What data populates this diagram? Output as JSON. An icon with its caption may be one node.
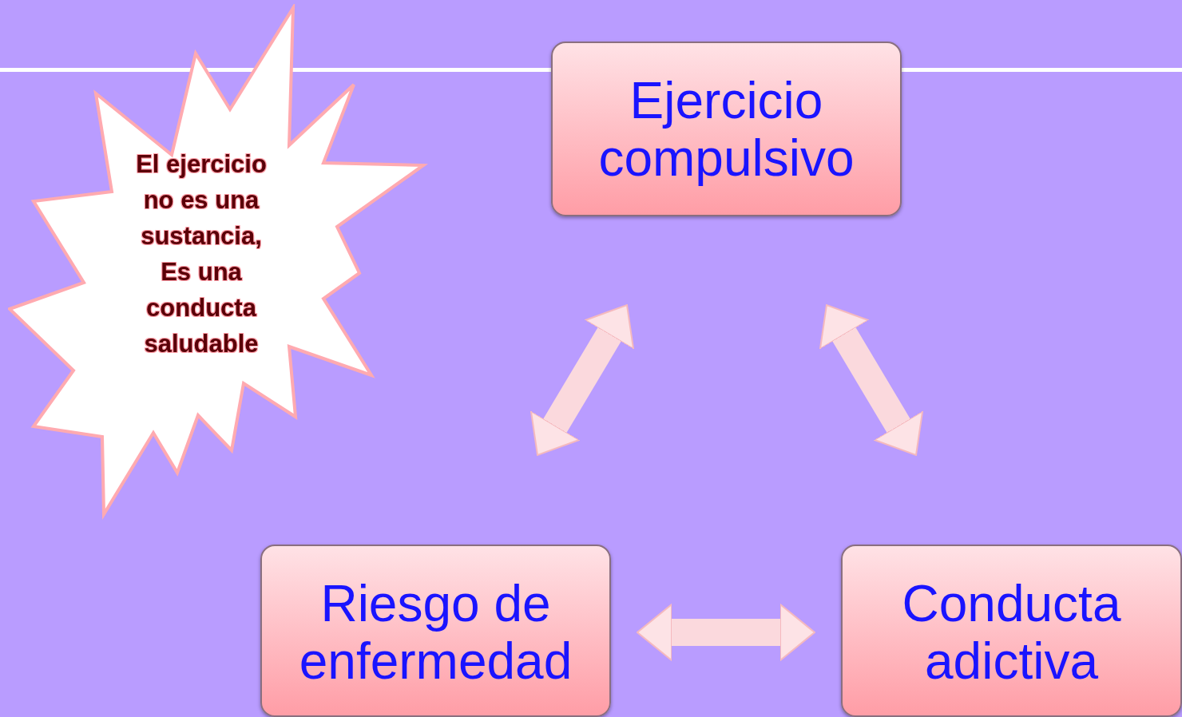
{
  "diagram": {
    "nodes": [
      {
        "text": [
          "El ejercicio no es una sustancia, Es una conducta saludable"
        ]
      },
      {
        "text": [
          "Ejercicio compulsivo"
        ]
      },
      {
        "text": [
          "Riesgo de enfermedad"
        ]
      },
      {
        "text": [
          "Conducta adictiva"
        ]
      }
    ],
    "edges": [
      {
        "from": 1,
        "to": 2,
        "arrow": "both"
      },
      {
        "from": 1,
        "to": 3,
        "arrow": "both"
      },
      {
        "from": 2,
        "to": 3,
        "arrow": "both"
      }
    ]
  }
}
